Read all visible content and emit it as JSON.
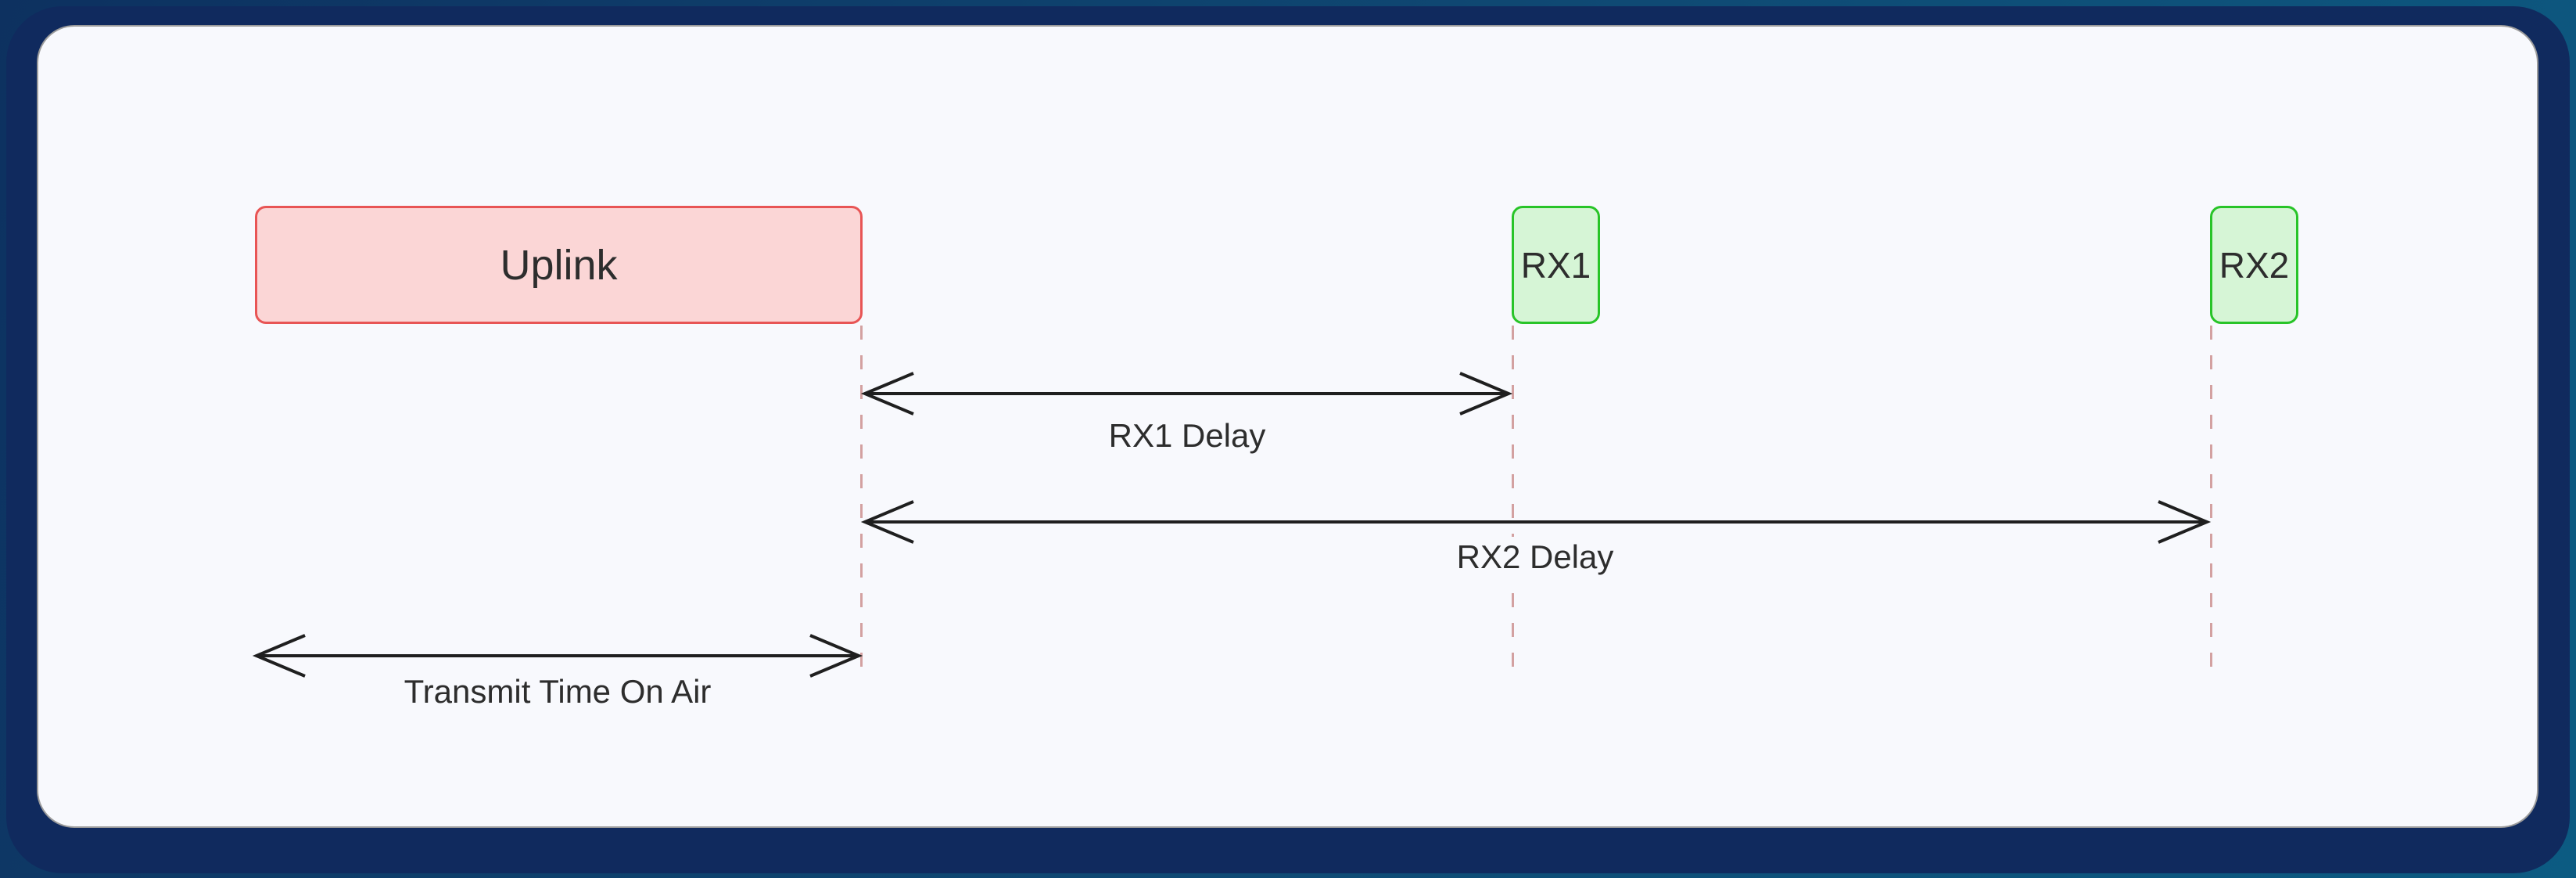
{
  "colors": {
    "page_bg_start": "#0d3160",
    "page_bg_mid": "#0f4a74",
    "page_bg_end": "#0c5b82",
    "frame_bg": "#102a5e",
    "card_bg": "#f8f9fd",
    "card_border": "#9b9b9b",
    "uplink_fill": "#fbd6d6",
    "uplink_border": "#e85555",
    "rx_fill": "#d6f5d6",
    "rx_border": "#28c428",
    "dash_line": "#d3a1a1",
    "arrow": "#1f1f1f",
    "text": "#2d2d2d"
  },
  "diagram": {
    "nodes": {
      "uplink": {
        "label": "Uplink"
      },
      "rx1": {
        "label": "RX1"
      },
      "rx2": {
        "label": "RX2"
      }
    },
    "measures": {
      "rx1_delay": {
        "label": "RX1 Delay"
      },
      "rx2_delay": {
        "label": "RX2 Delay"
      },
      "time_on_air": {
        "label": "Transmit Time On Air"
      }
    }
  }
}
